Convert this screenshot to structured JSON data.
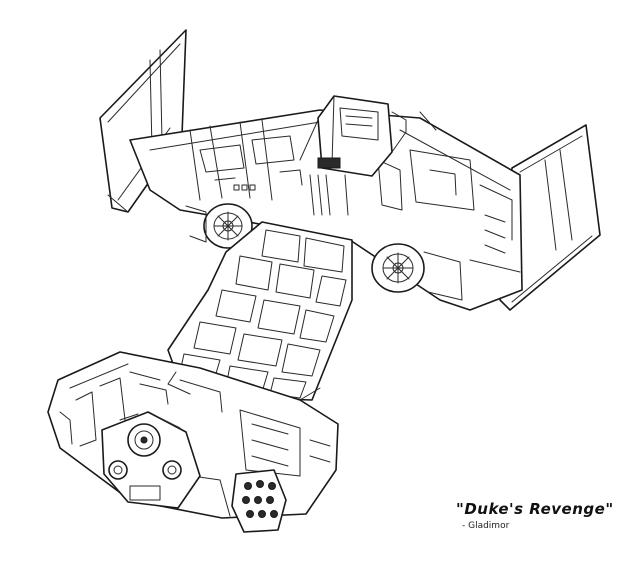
{
  "artwork": {
    "subject": "spaceship-sketch",
    "style": "pencil-line-drawing",
    "colors": {
      "background": "#ffffff",
      "ink": "#1a1a1a"
    }
  },
  "caption": {
    "title": "\"Duke's Revenge\"",
    "author": "- Gladimor"
  }
}
